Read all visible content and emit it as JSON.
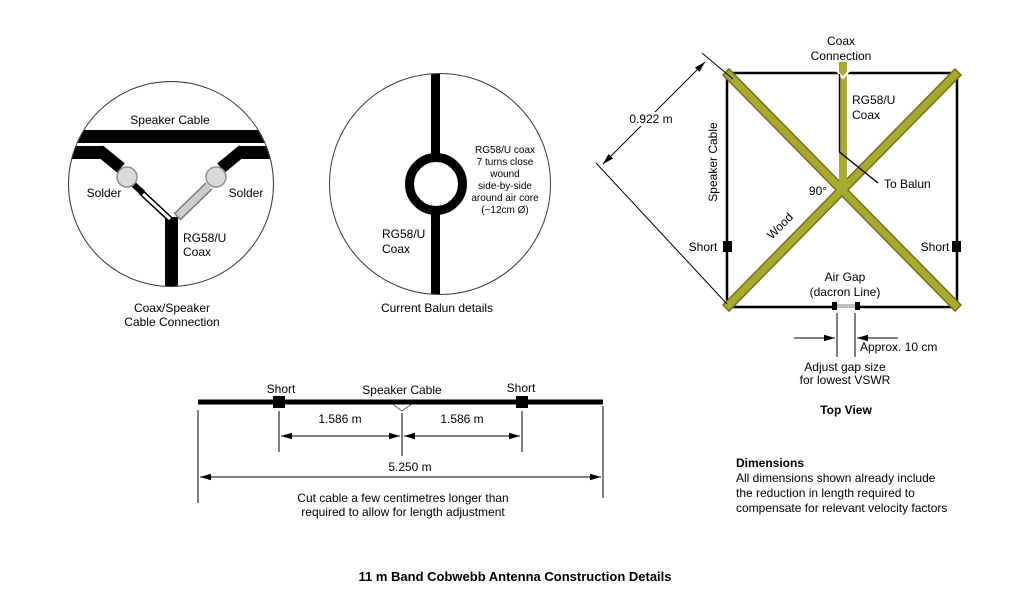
{
  "title": "11 m Band Cobwebb Antenna Construction Details",
  "colors": {
    "wood_bar": "#a9a930",
    "solder_blob": "#dadada",
    "coax_braid": "#cdcdcd",
    "line_ink": "#000000"
  },
  "connection_detail": {
    "speaker_cable_label": "Speaker Cable",
    "solder_left_label": "Solder",
    "solder_right_label": "Solder",
    "coax_label_line1": "RG58/U",
    "coax_label_line2": "Coax",
    "caption_line1": "Coax/Speaker",
    "caption_line2": "Cable Connection"
  },
  "balun_detail": {
    "winding_note_lines": [
      "RG58/U coax",
      "7 turns close",
      "wound",
      "side-by-side",
      "around air core",
      "(~12cm Ø)"
    ],
    "coax_label_line1": "RG58/U",
    "coax_label_line2": "Coax",
    "caption": "Current Balun details"
  },
  "top_view": {
    "coax_connection_line1": "Coax",
    "coax_connection_line2": "Connection",
    "coax_label_line1": "RG58/U",
    "coax_label_line2": "Coax",
    "to_balun_label": "To Balun",
    "angle_label": "90°",
    "wood_label": "Wood",
    "speaker_cable_label": "Speaker Cable",
    "short_left_label": "Short",
    "short_right_label": "Short",
    "air_gap_line1": "Air Gap",
    "air_gap_line2": "(dacron Line)",
    "diagonal_dimension": "0.922 m",
    "gap_dimension": "Approx. 10 cm",
    "gap_adjust_line1": "Adjust gap size",
    "gap_adjust_line2": "for lowest VSWR",
    "caption": "Top View"
  },
  "cable_cut": {
    "short_left_label": "Short",
    "short_right_label": "Short",
    "speaker_cable_label": "Speaker Cable",
    "left_half_dimension": "1.586 m",
    "right_half_dimension": "1.586 m",
    "total_dimension": "5.250 m",
    "note_line1": "Cut cable a few centimetres longer than",
    "note_line2": "required to allow for length adjustment"
  },
  "dimensions_note": {
    "heading": "Dimensions",
    "body_lines": [
      "All dimensions shown already include",
      "the reduction in length required to",
      "compensate for relevant velocity factors"
    ]
  }
}
